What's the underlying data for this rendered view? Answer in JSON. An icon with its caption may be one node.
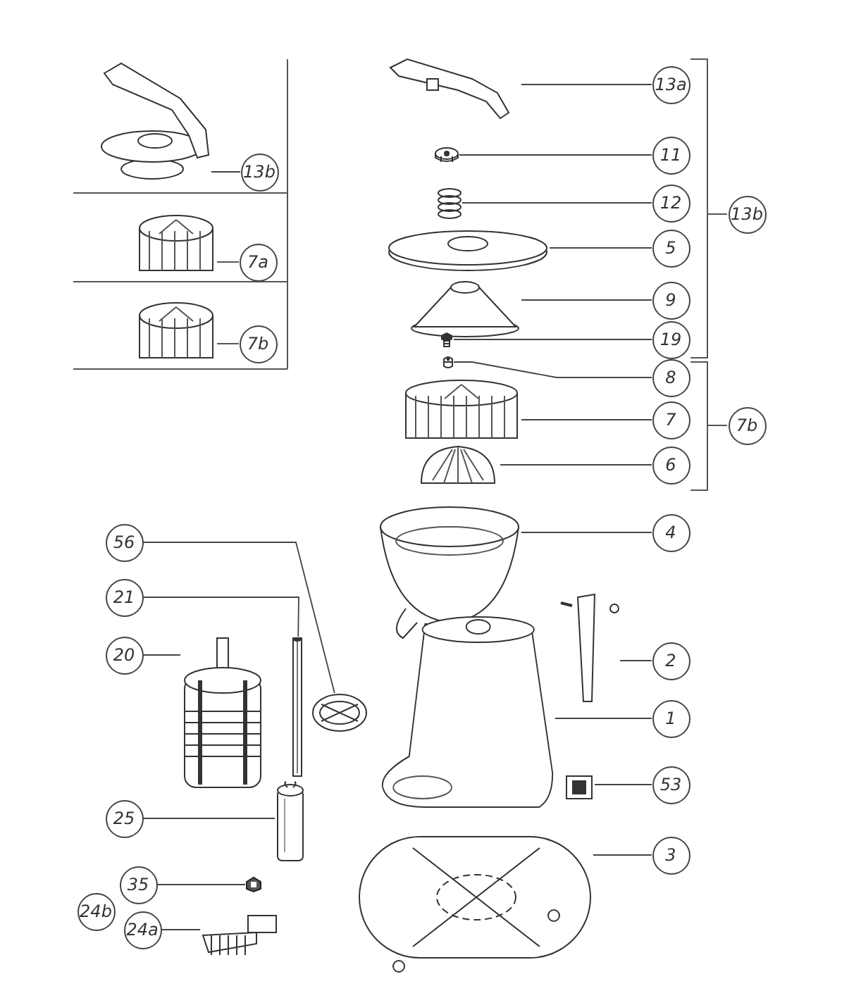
{
  "diagram": {
    "nodes": [
      {
        "text": [
          "13b"
        ]
      },
      {
        "text": [],
        "shape": "picture"
      },
      {
        "text": [
          "7a"
        ]
      },
      {
        "text": [],
        "shape": "picture"
      },
      {
        "text": [
          "7b"
        ]
      },
      {
        "text": [],
        "shape": "picture"
      },
      {
        "text": [
          "13a"
        ]
      },
      {
        "text": [],
        "shape": "picture"
      },
      {
        "text": [
          "11"
        ]
      },
      {
        "text": [],
        "shape": "picture"
      },
      {
        "text": [
          "12"
        ]
      },
      {
        "text": [],
        "shape": "picture"
      },
      {
        "text": [
          "5"
        ]
      },
      {
        "text": [],
        "shape": "picture"
      },
      {
        "text": [
          "9"
        ]
      },
      {
        "text": [],
        "shape": "picture"
      },
      {
        "text": [
          "19"
        ]
      },
      {
        "text": [],
        "shape": "picture"
      },
      {
        "text": [
          "8"
        ]
      },
      {
        "text": [],
        "shape": "picture"
      },
      {
        "text": [
          "7"
        ]
      },
      {
        "text": [],
        "shape": "picture"
      },
      {
        "text": [
          "6"
        ]
      },
      {
        "text": [],
        "shape": "picture"
      },
      {
        "text": [
          "13b"
        ]
      },
      {
        "text": [
          "7b"
        ]
      },
      {
        "text": [
          "4"
        ]
      },
      {
        "text": [],
        "shape": "picture"
      },
      {
        "text": [
          "56"
        ]
      },
      {
        "text": [],
        "shape": "picture"
      },
      {
        "text": [
          "21"
        ]
      },
      {
        "text": [],
        "shape": "picture"
      },
      {
        "text": [
          "20"
        ]
      },
      {
        "text": [],
        "shape": "picture"
      },
      {
        "text": [
          "2"
        ]
      },
      {
        "text": [],
        "shape": "picture"
      },
      {
        "text": [
          "1"
        ]
      },
      {
        "text": [],
        "shape": "picture"
      },
      {
        "text": [
          "53"
        ]
      },
      {
        "text": [],
        "shape": "picture"
      },
      {
        "text": [
          "25"
        ]
      },
      {
        "text": [],
        "shape": "picture"
      },
      {
        "text": [
          "3"
        ]
      },
      {
        "text": [],
        "shape": "picture"
      },
      {
        "text": [
          "35"
        ]
      },
      {
        "text": [],
        "shape": "picture"
      },
      {
        "text": [
          "24b"
        ]
      },
      {
        "text": [
          "24a"
        ]
      },
      {
        "text": [],
        "shape": "picture"
      }
    ],
    "edges": [
      {
        "from": 0,
        "to": 1,
        "arrow": "none"
      },
      {
        "from": 2,
        "to": 3,
        "arrow": "none"
      },
      {
        "from": 4,
        "to": 5,
        "arrow": "none"
      },
      {
        "from": 6,
        "to": 7,
        "arrow": "none"
      },
      {
        "from": 8,
        "to": 9,
        "arrow": "none"
      },
      {
        "from": 10,
        "to": 11,
        "arrow": "none"
      },
      {
        "from": 12,
        "to": 13,
        "arrow": "none"
      },
      {
        "from": 14,
        "to": 15,
        "arrow": "none"
      },
      {
        "from": 16,
        "to": 17,
        "arrow": "none"
      },
      {
        "from": 18,
        "to": 19,
        "arrow": "none"
      },
      {
        "from": 20,
        "to": 21,
        "arrow": "none"
      },
      {
        "from": 22,
        "to": 23,
        "arrow": "none"
      },
      {
        "from": 26,
        "to": 27,
        "arrow": "none"
      },
      {
        "from": 28,
        "to": 29,
        "arrow": "none"
      },
      {
        "from": 30,
        "to": 31,
        "arrow": "none"
      },
      {
        "from": 32,
        "to": 33,
        "arrow": "none"
      },
      {
        "from": 34,
        "to": 35,
        "arrow": "none"
      },
      {
        "from": 36,
        "to": 37,
        "arrow": "none"
      },
      {
        "from": 38,
        "to": 39,
        "arrow": "none"
      },
      {
        "from": 40,
        "to": 41,
        "arrow": "none"
      },
      {
        "from": 42,
        "to": 43,
        "arrow": "none"
      },
      {
        "from": 44,
        "to": 45,
        "arrow": "none"
      },
      {
        "from": 47,
        "to": 48,
        "arrow": "none"
      }
    ]
  }
}
